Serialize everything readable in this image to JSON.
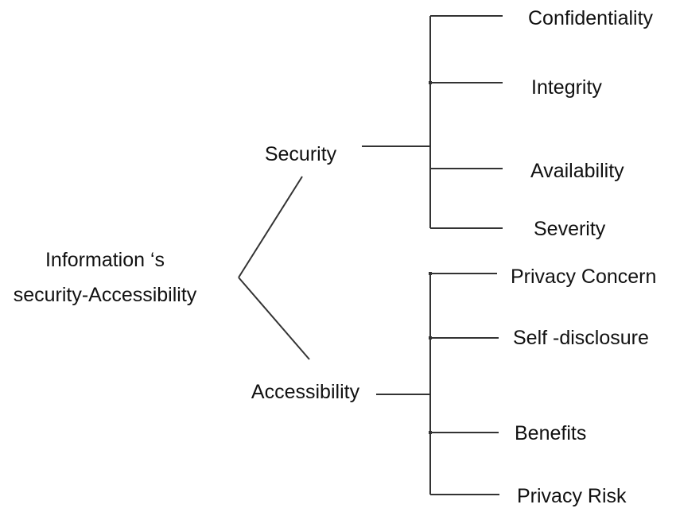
{
  "diagram": {
    "root": {
      "line1": "Information ‘s",
      "line2": "security-Accessibility"
    },
    "branches": [
      {
        "label": "Security",
        "children": [
          "Confidentiality",
          "Integrity",
          "Availability",
          "Severity"
        ]
      },
      {
        "label": "Accessibility",
        "children": [
          "Privacy Concern",
          "Self -disclosure",
          "Benefits",
          "Privacy Risk"
        ]
      }
    ]
  }
}
